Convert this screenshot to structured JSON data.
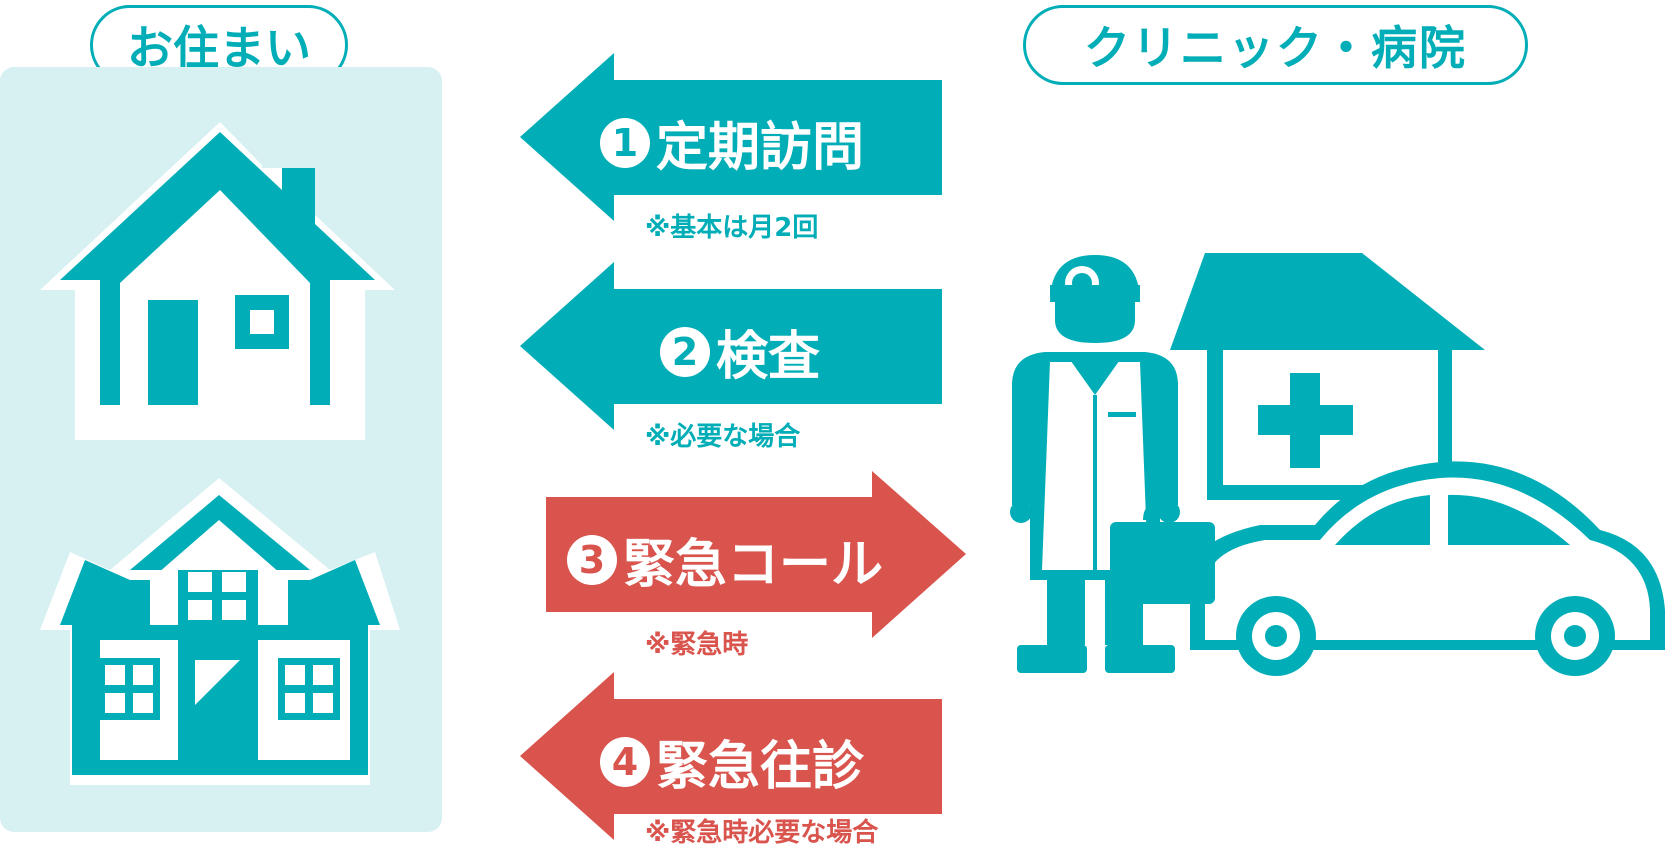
{
  "labels": {
    "home": "お住まい",
    "clinic": "クリニック・病院"
  },
  "arrows": [
    {
      "number": "1",
      "title": "定期訪問",
      "note": "※基本は月2回",
      "direction": "left",
      "color": "#01adb6"
    },
    {
      "number": "2",
      "title": "検査",
      "note": "※必要な場合",
      "direction": "left",
      "color": "#01adb6"
    },
    {
      "number": "3",
      "title": "緊急コール",
      "note": "※緊急時",
      "direction": "right",
      "color": "#d9544d"
    },
    {
      "number": "4",
      "title": "緊急往診",
      "note": "※緊急時必要な場合",
      "direction": "left",
      "color": "#d9544d"
    }
  ],
  "icons": [
    "house-icon",
    "apartment-icon",
    "doctor-icon",
    "clinic-building-icon",
    "car-icon"
  ],
  "colors": {
    "teal": "#01adb6",
    "red": "#d9544d",
    "panel": "#d7f0f1"
  }
}
